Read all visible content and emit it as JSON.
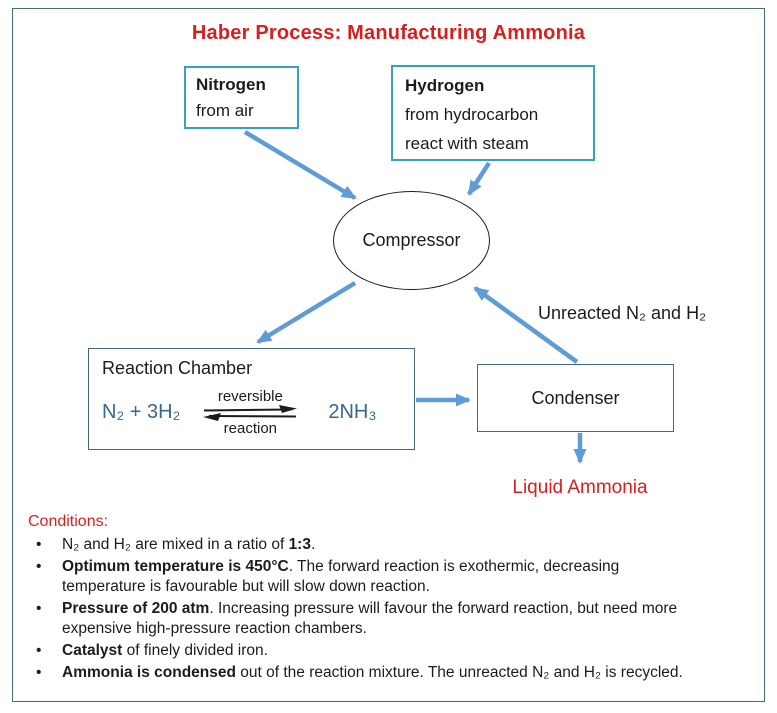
{
  "title": "Haber Process: Manufacturing Ammonia",
  "colors": {
    "accent_red": "#d81f1f",
    "arrow_blue": "#5f9bd5",
    "formula_blue": "#38688f",
    "feed_box_border": "#38a0c6",
    "frame_border": "#46697d"
  },
  "nodes": {
    "nitrogen": {
      "name": "Nitrogen",
      "desc": "from air"
    },
    "hydrogen": {
      "name": "Hydrogen",
      "desc_line1": "from hydrocarbon",
      "desc_line2": "react with steam"
    },
    "compressor": {
      "label": "Compressor"
    },
    "reaction_chamber": {
      "label": "Reaction Chamber",
      "reactants": "N₂ + 3H₂",
      "arrow_top_label": "reversible",
      "arrow_bottom_label": "reaction",
      "product": "2NH₃"
    },
    "condenser": {
      "label": "Condenser"
    }
  },
  "labels": {
    "unreacted": "Unreacted N₂ and H₂",
    "liquid_ammonia": "Liquid Ammonia"
  },
  "conditions": {
    "heading": "Conditions:",
    "bullet_glyph": "•",
    "bullets": [
      {
        "pre": "N₂ and H₂ are mixed in a ratio of ",
        "bold": "1:3",
        "post": "."
      },
      {
        "pre": "",
        "bold": "Optimum temperature is 450°C",
        "post": ". The forward reaction is exothermic, decreasing temperature is favourable but will slow down reaction."
      },
      {
        "pre": "",
        "bold": "Pressure of 200 atm",
        "post": ". Increasing pressure will favour the forward reaction, but need more expensive high-pressure reaction chambers."
      },
      {
        "pre": "",
        "bold": "Catalyst",
        "post": " of finely divided iron."
      },
      {
        "pre": "",
        "bold": "Ammonia is condensed",
        "post": " out of the reaction mixture. The unreacted N₂ and H₂ is recycled."
      }
    ]
  }
}
